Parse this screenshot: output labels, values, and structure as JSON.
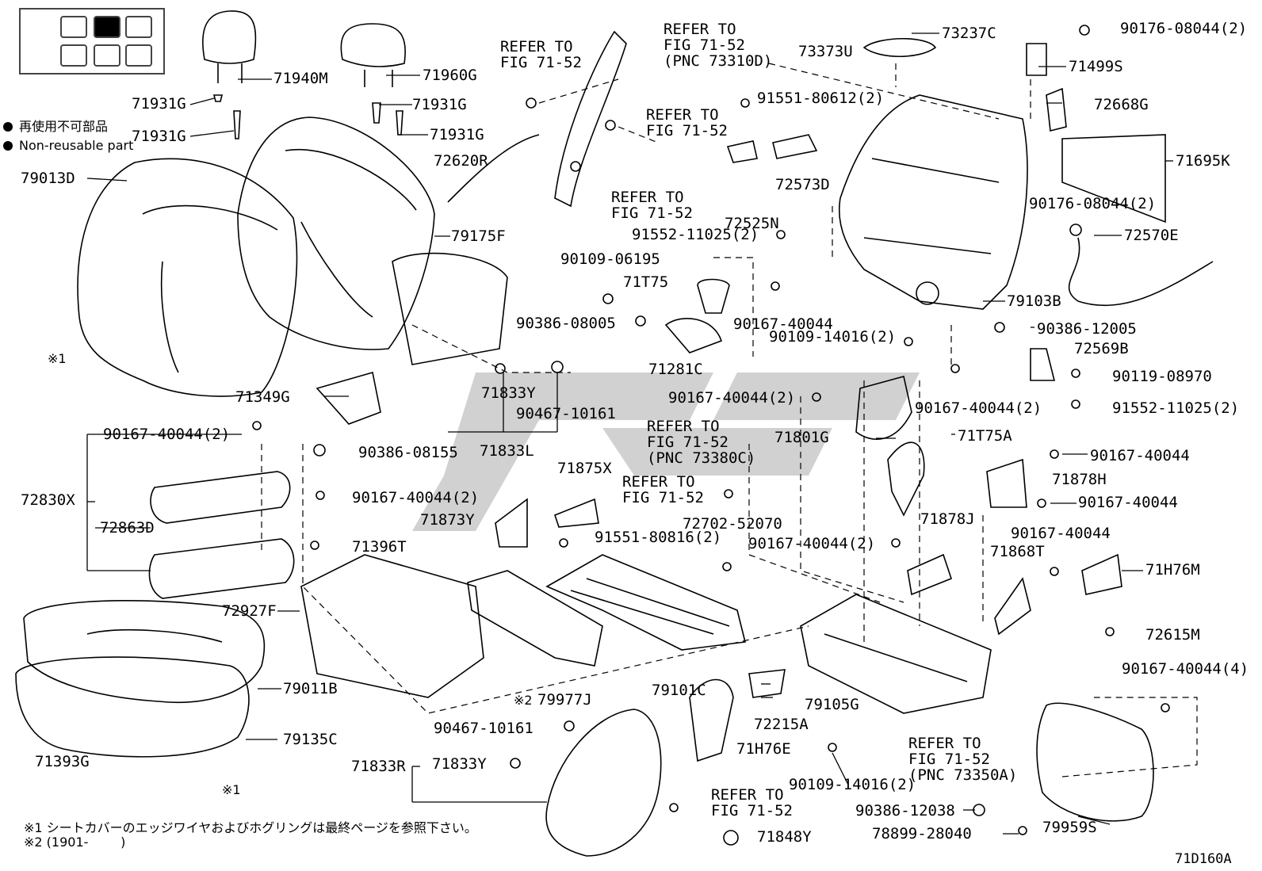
{
  "diagram_code": "71D160A",
  "legend": {
    "items": [
      {
        "text": "再使用不可部品"
      },
      {
        "text": "Non-reusable part"
      }
    ]
  },
  "notes": {
    "note1": "※1 シートカバーのエッジワイヤおよびホグリングは最終ページを参照下さい。",
    "note2": "※2 (1901-        )",
    "mark1a": "※1",
    "mark1b": "※1",
    "mark2": "※2"
  },
  "seat_indicator": {
    "selected_position": "row 1, column 2"
  },
  "part_labels": {
    "p71940M": "71940M",
    "p71960G": "71960G",
    "p71931G_a": "71931G",
    "p71931G_b": "71931G",
    "p71931G_c": "71931G",
    "p71931G_d": "71931G",
    "p79013D": "79013D",
    "p79175F": "79175F",
    "p72620R": "72620R",
    "ref1": "REFER TO\nFIG 71-52",
    "ref2": "REFER TO\nFIG 71-52\n(PNC 73310D)",
    "ref3": "REFER TO\nFIG 71-52",
    "ref4": "REFER TO\nFIG 71-52",
    "p90109_06195": "90109-06195",
    "p71T75": "71T75",
    "p90386_08005": "90386-08005",
    "p71281C": "71281C",
    "p71833Y_a": "71833Y",
    "p90467_10161_a": "90467-10161",
    "p71833L": "71833L",
    "p71349G": "71349G",
    "p90167_40044_2a": "90167-40044(2)",
    "p90386_08155": "90386-08155",
    "p72830X": "72830X",
    "p72863D": "72863D",
    "p90167_40044_2b": "90167-40044(2)",
    "p71396T": "71396T",
    "p72927F": "72927F",
    "p79011B": "79011B",
    "p79135C": "79135C",
    "p71393G": "71393G",
    "p71875X": "71875X",
    "p71873Y": "71873Y",
    "p91551_80816": "91551-80816(2)",
    "ref5": "REFER TO\nFIG 71-52",
    "ref6": "REFER TO\nFIG 71-52\n(PNC 73380C)",
    "p72702_52070": "72702-52070",
    "p79977J": "79977J",
    "p79101C": "79101C",
    "p90467_10161_b": "90467-10161",
    "p71833R": "71833R",
    "p71833Y_b": "71833Y",
    "ref7": "REFER TO\nFIG 71-52",
    "p71848Y": "71848Y",
    "p71H76E": "71H76E",
    "p72215A": "72215A",
    "p79105G": "79105G",
    "p90109_14016_a": "90109-14016(2)",
    "p90386_12038": "90386-12038",
    "p78899_28040": "78899-28040",
    "ref8": "REFER TO\nFIG 71-52\n(PNC 73350A)",
    "p79959S": "79959S",
    "p90167_40044_4": "90167-40044(4)",
    "p72615M": "72615M",
    "p71868T": "71868T",
    "p90167_40044_c": "90167-40044",
    "p71H76M": "71H76M",
    "p71878J": "71878J",
    "p90167_40044_2c": "90167-40044(2)",
    "p71878H": "71878H",
    "p90167_40044_d": "90167-40044",
    "p90167_40044_e": "90167-40044",
    "p71T75A": "71T75A",
    "p71801G": "71801G",
    "p90167_40044_2d": "90167-40044(2)",
    "p90167_40044_2e": "90167-40044(2)",
    "p90109_14016_b": "90109-14016(2)",
    "p90167_40044_f": "90167-40044",
    "p91552_11025_a": "91552-11025(2)",
    "p72525N": "72525N",
    "p72573D": "72573D",
    "p91551_80612": "91551-80612(2)",
    "p73373U": "73373U",
    "p73237C": "73237C",
    "p90176_08044_a": "90176-08044(2)",
    "p71499S": "71499S",
    "p72668G": "72668G",
    "p71695K": "71695K",
    "p90176_08044_b": "90176-08044(2)",
    "p72570E": "72570E",
    "p79103B": "79103B",
    "p90386_12005": "90386-12005",
    "p72569B": "72569B",
    "p90119_08970": "90119-08970",
    "p91552_11025_b": "91552-11025(2)"
  },
  "colors": {
    "line": "#000000",
    "watermark": "#c8c8c8",
    "background": "#ffffff"
  }
}
